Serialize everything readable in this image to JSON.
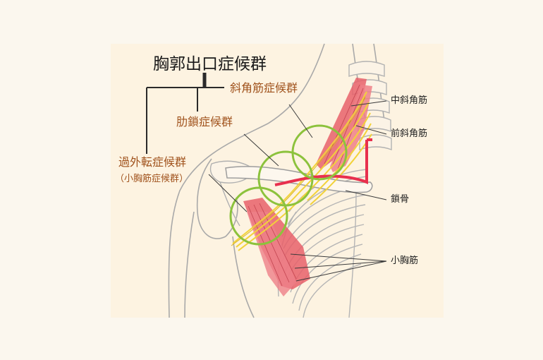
{
  "title": "胸郭出口症候群",
  "syndromes": {
    "scalene": "斜角筋症候群",
    "costoclavicular": "肋鎖症候群",
    "hyperabduction": "過外転症候群",
    "hyperabduction_sub": "（小胸筋症候群）"
  },
  "anatomy": {
    "middle_scalene": "中斜角筋",
    "anterior_scalene": "前斜角筋",
    "clavicle": "鎖骨",
    "pectoralis_minor": "小胸筋"
  },
  "colors": {
    "label_brown": "#a0521c",
    "circle_green": "#8cc23c",
    "muscle_red": "#e8606a",
    "artery_red": "#e8304e",
    "nerve_yellow": "#f2d23a",
    "line_art": "#9a9a9a"
  }
}
